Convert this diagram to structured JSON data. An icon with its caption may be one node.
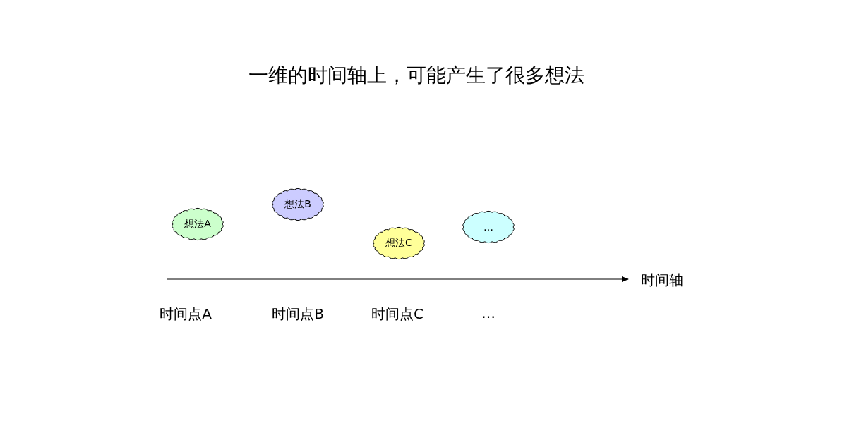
{
  "diagram": {
    "title": "一维的时间轴上，可能产生了很多想法",
    "nodes": [
      {
        "text": [
          "想法A"
        ]
      },
      {
        "text": [
          "想法B"
        ]
      },
      {
        "text": [
          "想法C"
        ]
      },
      {
        "text": [
          "…"
        ]
      }
    ],
    "labels": [
      "时间轴",
      "时间点A",
      "时间点B",
      "时间点C",
      "…"
    ]
  }
}
